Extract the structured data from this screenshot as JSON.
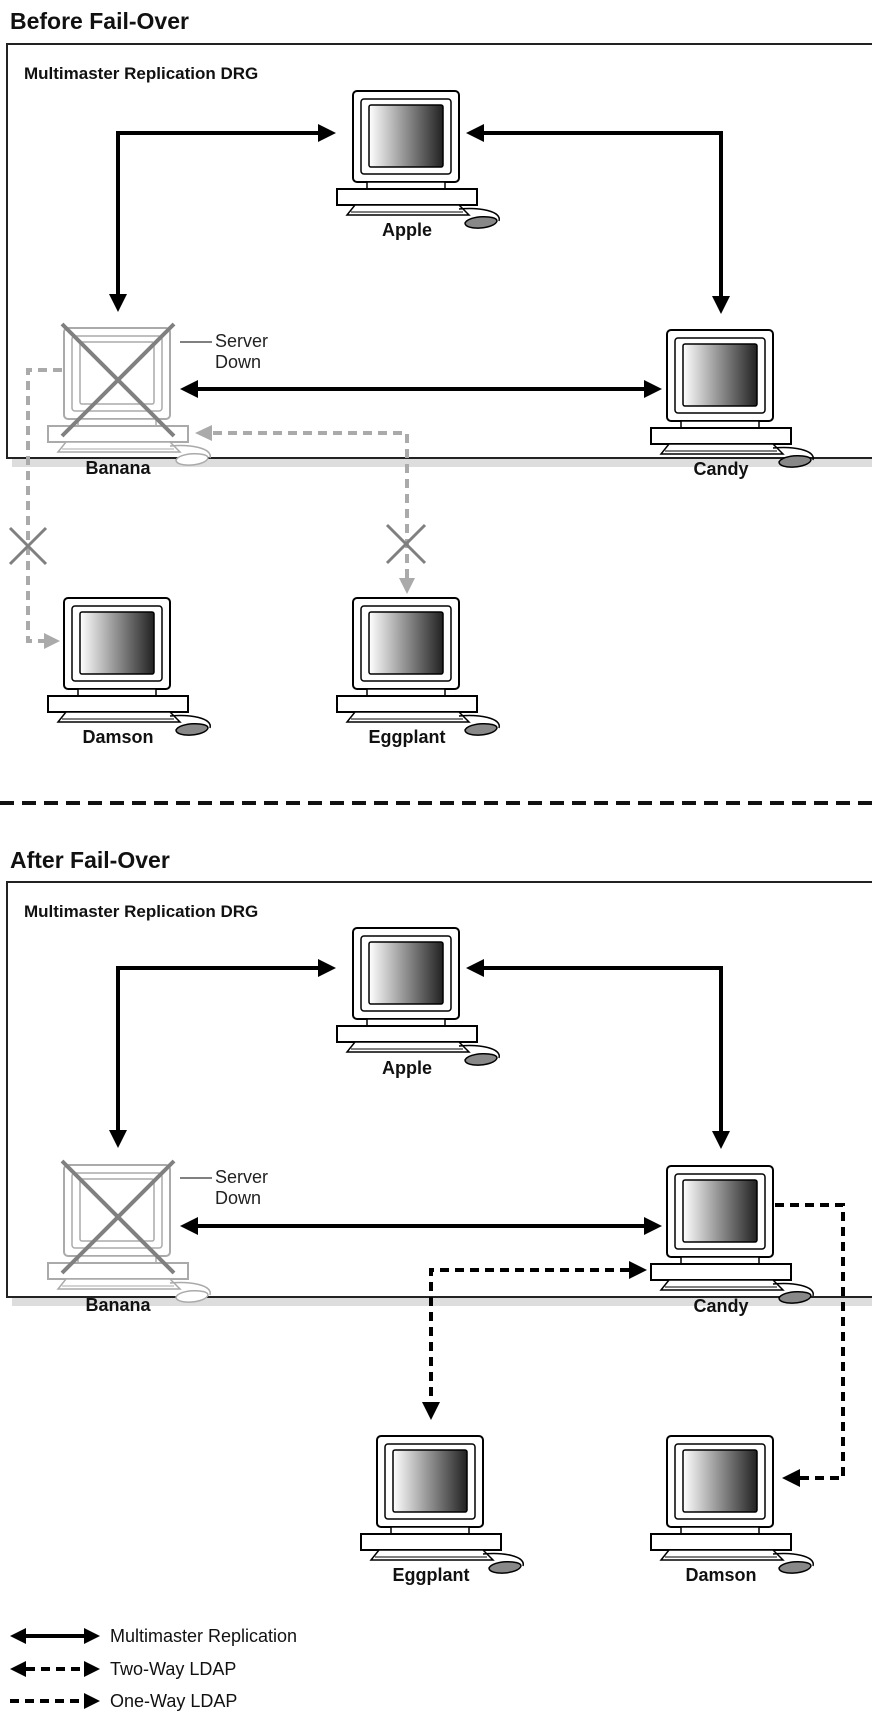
{
  "sections": {
    "before": {
      "title": "Before Fail-Over",
      "group": "Multimaster Replication DRG"
    },
    "after": {
      "title": "After Fail-Over",
      "group": "Multimaster Replication DRG"
    }
  },
  "nodes": {
    "apple": "Apple",
    "banana": "Banana",
    "candy": "Candy",
    "damson": "Damson",
    "eggplant": "Eggplant"
  },
  "annotations": {
    "server_down_line1": "Server",
    "server_down_line2": "Down"
  },
  "legend": {
    "multimaster": "Multimaster Replication",
    "two_way": "Two-Way LDAP",
    "one_way": "One-Way LDAP"
  },
  "colors": {
    "line": "#000000",
    "failed": "#aaaaaa",
    "cross": "#808080",
    "shadow": "#dddddd"
  }
}
